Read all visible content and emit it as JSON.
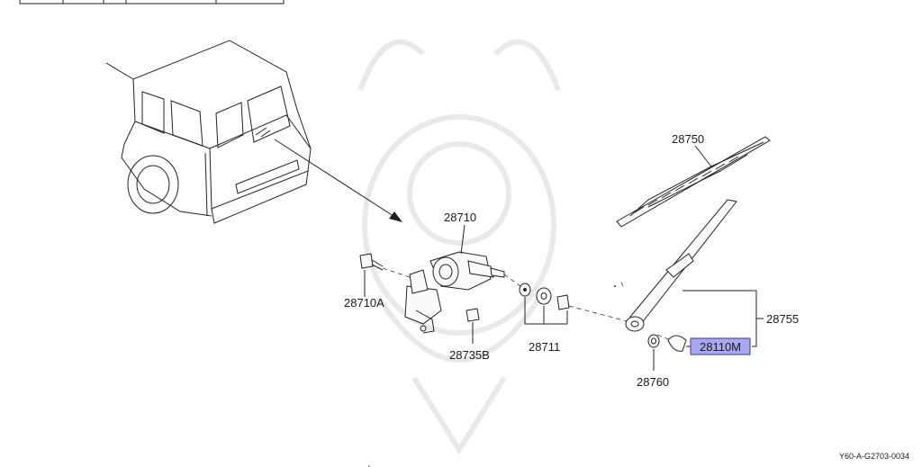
{
  "labels": {
    "p28750": "28750",
    "p28710": "28710",
    "p28710A": "28710A",
    "p28735B": "28735B",
    "p28711": "28711",
    "p28755": "28755",
    "p28110M": "28110M",
    "p28760": "28760"
  },
  "diagram_code": "Y60-A-G2703-0034",
  "colors": {
    "highlight": "#a8a8f0",
    "highlight_border": "#3a3a9a",
    "ink": "#222222"
  }
}
